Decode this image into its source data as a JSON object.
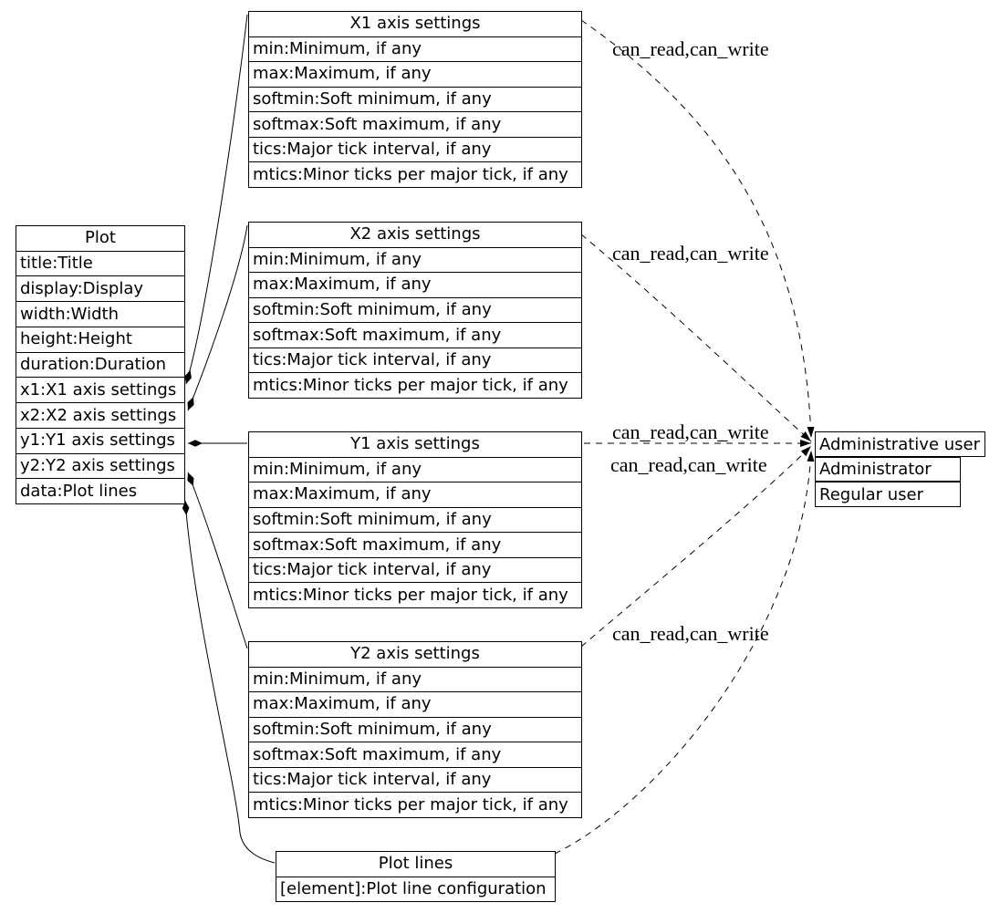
{
  "colors": {
    "line": "#000000",
    "background": "#ffffff"
  },
  "plot": {
    "title": "Plot",
    "rows": [
      "title:Title",
      "display:Display",
      "width:Width",
      "height:Height",
      "duration:Duration",
      "x1:X1 axis settings",
      "x2:X2 axis settings",
      "y1:Y1 axis settings",
      "y2:Y2 axis settings",
      "data:Plot lines"
    ]
  },
  "x1_axis": {
    "title": "X1 axis settings",
    "rows": [
      "min:Minimum, if any",
      "max:Maximum, if any",
      "softmin:Soft minimum, if any",
      "softmax:Soft maximum, if any",
      "tics:Major tick interval, if any",
      "mtics:Minor ticks per major tick, if any"
    ]
  },
  "x2_axis": {
    "title": "X2 axis settings",
    "rows": [
      "min:Minimum, if any",
      "max:Maximum, if any",
      "softmin:Soft minimum, if any",
      "softmax:Soft maximum, if any",
      "tics:Major tick interval, if any",
      "mtics:Minor ticks per major tick, if any"
    ]
  },
  "y1_axis": {
    "title": "Y1 axis settings",
    "rows": [
      "min:Minimum, if any",
      "max:Maximum, if any",
      "softmin:Soft minimum, if any",
      "softmax:Soft maximum, if any",
      "tics:Major tick interval, if any",
      "mtics:Minor ticks per major tick, if any"
    ]
  },
  "y2_axis": {
    "title": "Y2 axis settings",
    "rows": [
      "min:Minimum, if any",
      "max:Maximum, if any",
      "softmin:Soft minimum, if any",
      "softmax:Soft maximum, if any",
      "tics:Major tick interval, if any",
      "mtics:Minor ticks per major tick, if any"
    ]
  },
  "plot_lines": {
    "title": "Plot lines",
    "rows": [
      "[element]:Plot line configuration"
    ]
  },
  "users": {
    "admin_user": "Administrative user",
    "administrator": "Administrator",
    "regular_user": "Regular user"
  },
  "edge_labels": {
    "x1": "can_read,can_write",
    "x2": "can_read,can_write",
    "y1": "can_read,can_write",
    "y2": "can_read,can_write",
    "data": "can_read,can_write"
  }
}
